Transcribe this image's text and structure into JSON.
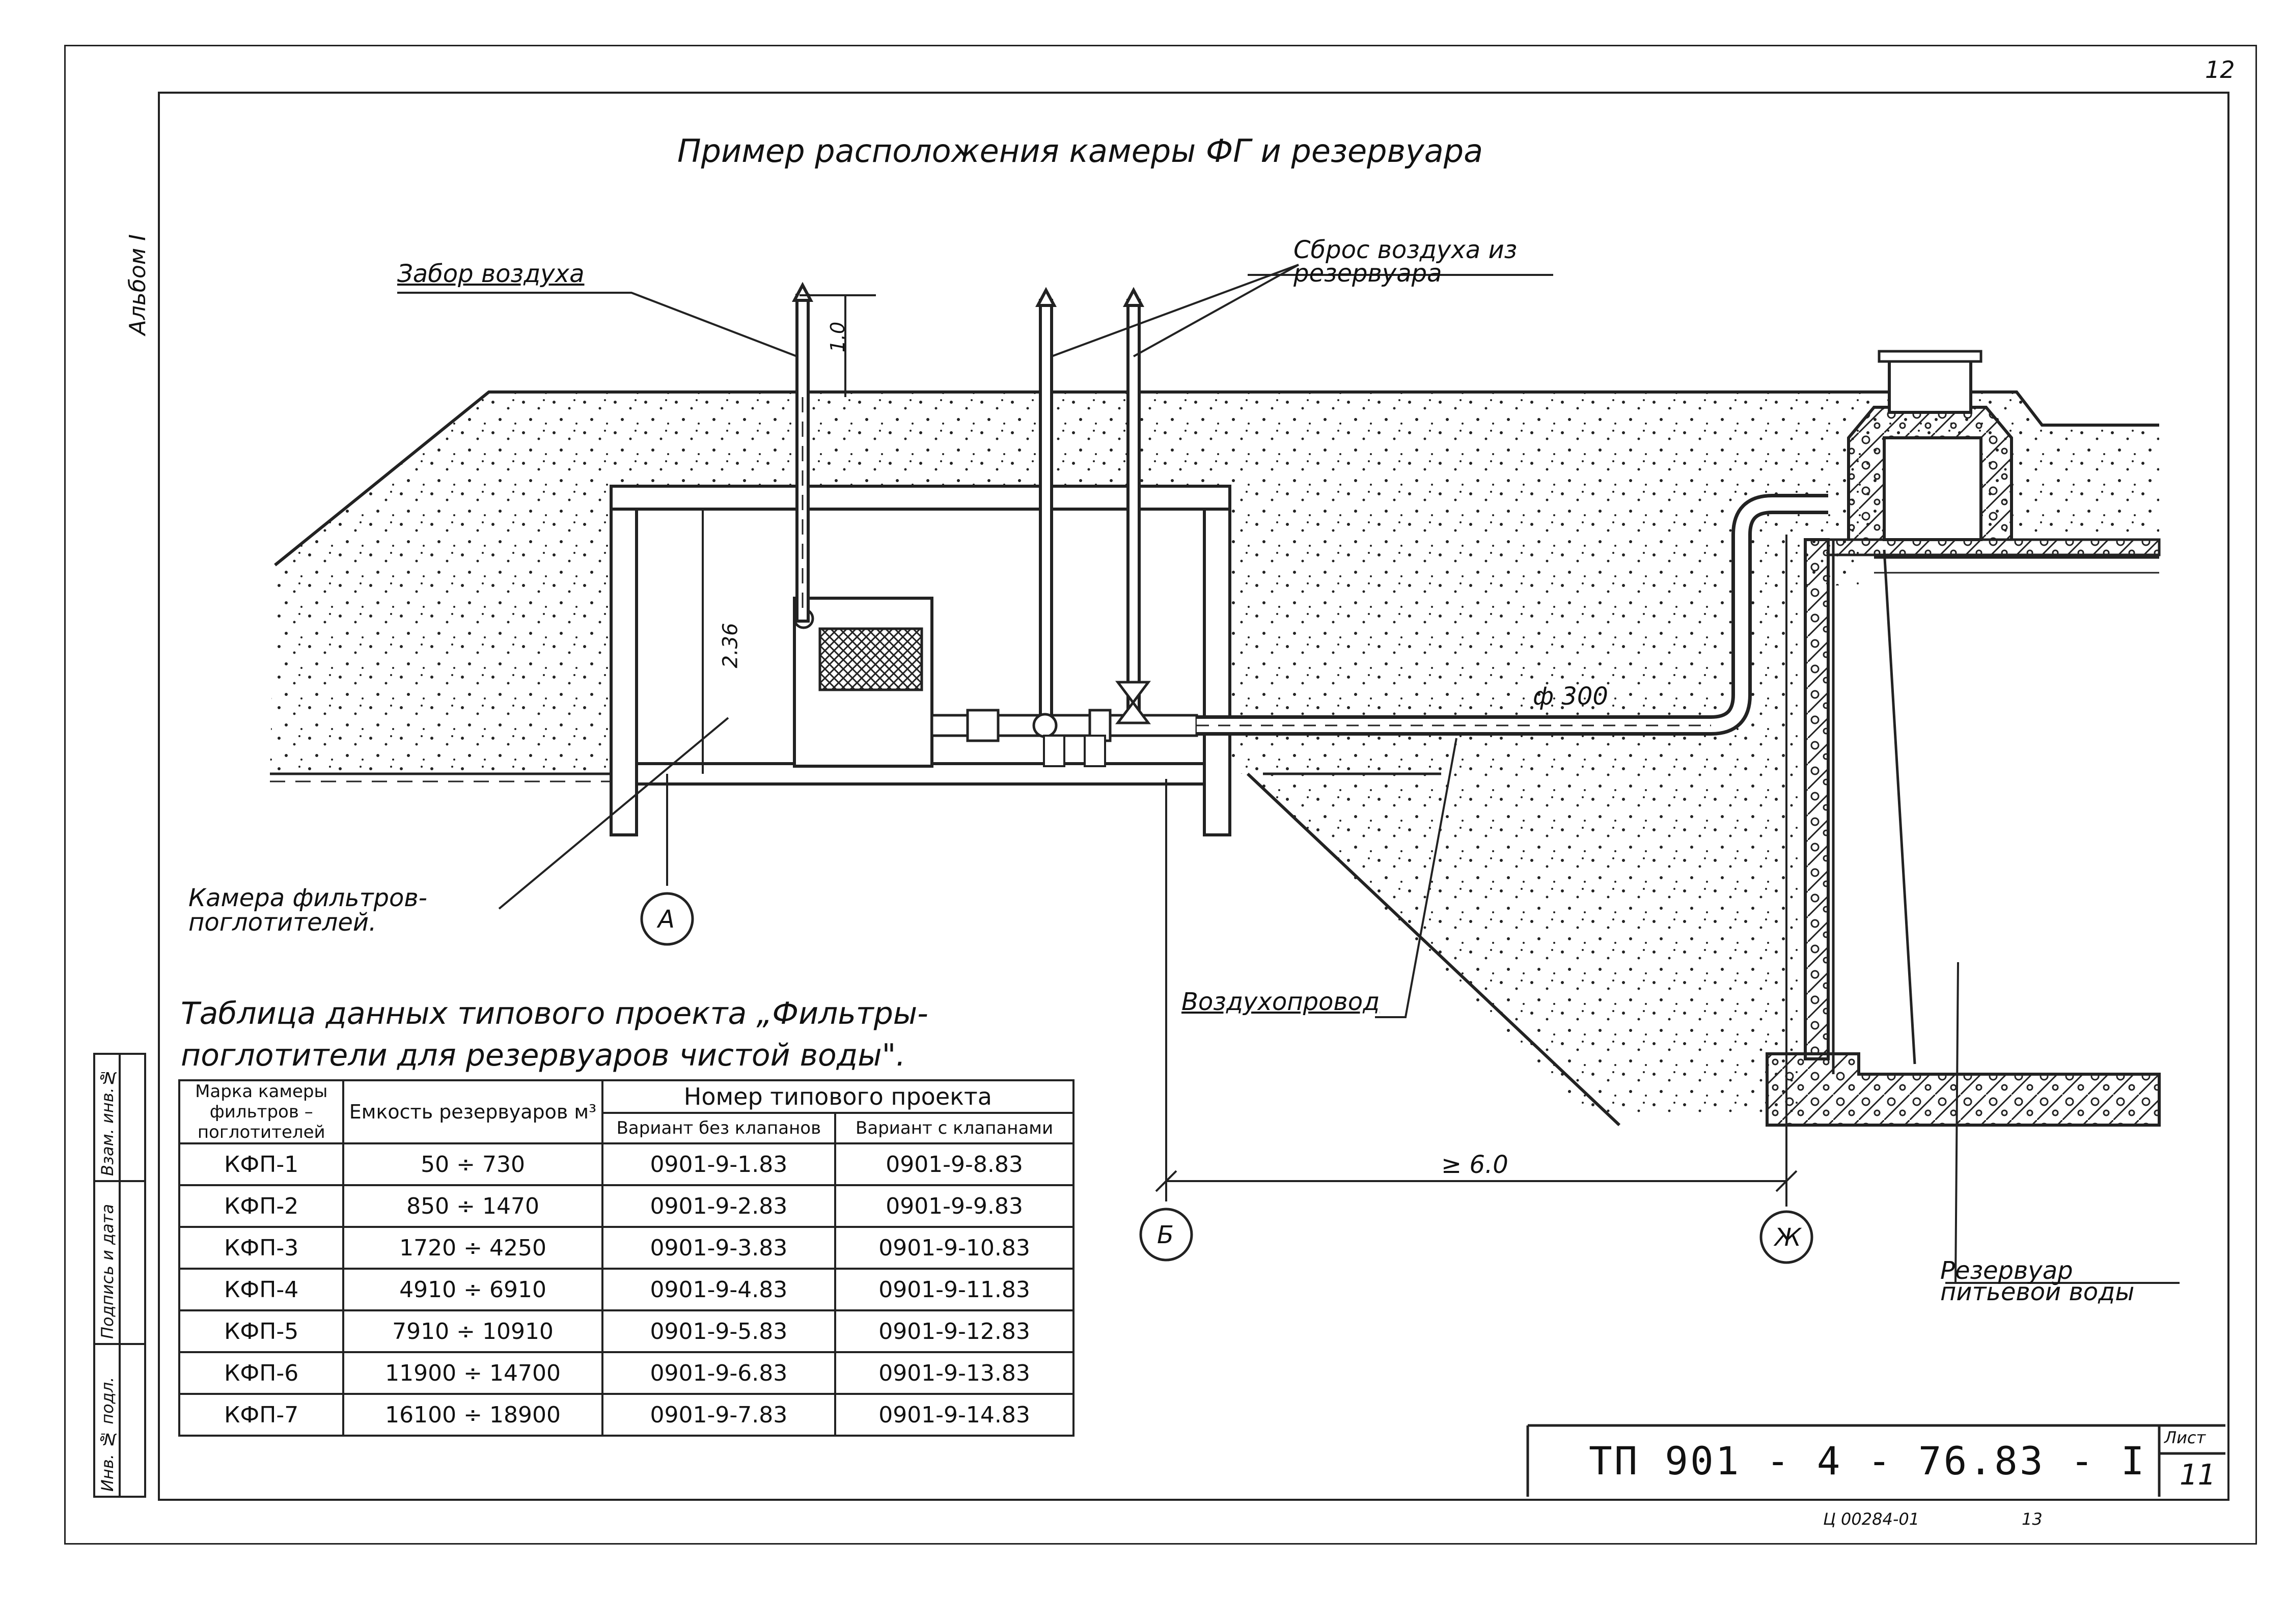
{
  "page_number_corner": "12",
  "drawing_title": "Пример расположения камеры ФГ и резервуара",
  "side_album": "Альбом I",
  "labels": {
    "air_intake": "Забор воздуха",
    "air_release": "Сброс воздуха из резервуара",
    "dim_1_0": "1.0",
    "dim_2_36": "2.36",
    "dim_phi300": "ф 300",
    "air_duct": "Воздухопровод",
    "chamber": "Камера фильтров-поглотителей.",
    "reservoir": "Резервуар питьевой воды",
    "dim_6_0": "≥ 6.0",
    "axis_a": "А",
    "axis_b": "Б",
    "axis_zh": "Ж"
  },
  "table": {
    "caption": "Таблица данных типового проекта „Фильтры-поглотители для резервуаров чистой воды\".",
    "col_mark": "Марка камеры фильтров – поглотителей",
    "col_capacity": "Емкость резервуаров м³",
    "col_project": "Номер типового проекта",
    "col_var1": "Вариант без клапанов",
    "col_var2": "Вариант с клапанами",
    "rows": [
      {
        "mark": "КФП-1",
        "capacity": "50 ÷ 730",
        "v1": "0901-9-1.83",
        "v2": "0901-9-8.83"
      },
      {
        "mark": "КФП-2",
        "capacity": "850 ÷ 1470",
        "v1": "0901-9-2.83",
        "v2": "0901-9-9.83"
      },
      {
        "mark": "КФП-3",
        "capacity": "1720 ÷ 4250",
        "v1": "0901-9-3.83",
        "v2": "0901-9-10.83"
      },
      {
        "mark": "КФП-4",
        "capacity": "4910 ÷ 6910",
        "v1": "0901-9-4.83",
        "v2": "0901-9-11.83"
      },
      {
        "mark": "КФП-5",
        "capacity": "7910 ÷ 10910",
        "v1": "0901-9-5.83",
        "v2": "0901-9-12.83"
      },
      {
        "mark": "КФП-6",
        "capacity": "11900 ÷ 14700",
        "v1": "0901-9-6.83",
        "v2": "0901-9-13.83"
      },
      {
        "mark": "КФП-7",
        "capacity": "16100 ÷ 18900",
        "v1": "0901-9-7.83",
        "v2": "0901-9-14.83"
      }
    ]
  },
  "side_stamp": {
    "inv_no": "Инв. № подл.",
    "sign_date": "Подпись и дата",
    "replace_inv": "Взам. инв.№"
  },
  "title_block": {
    "doc_code": "ТП 901 - 4 - 76.83 - I",
    "sheet_label": "Лист",
    "sheet_no": "11",
    "archive_no": "Ц 00284-01",
    "archive_sheet": "13"
  }
}
